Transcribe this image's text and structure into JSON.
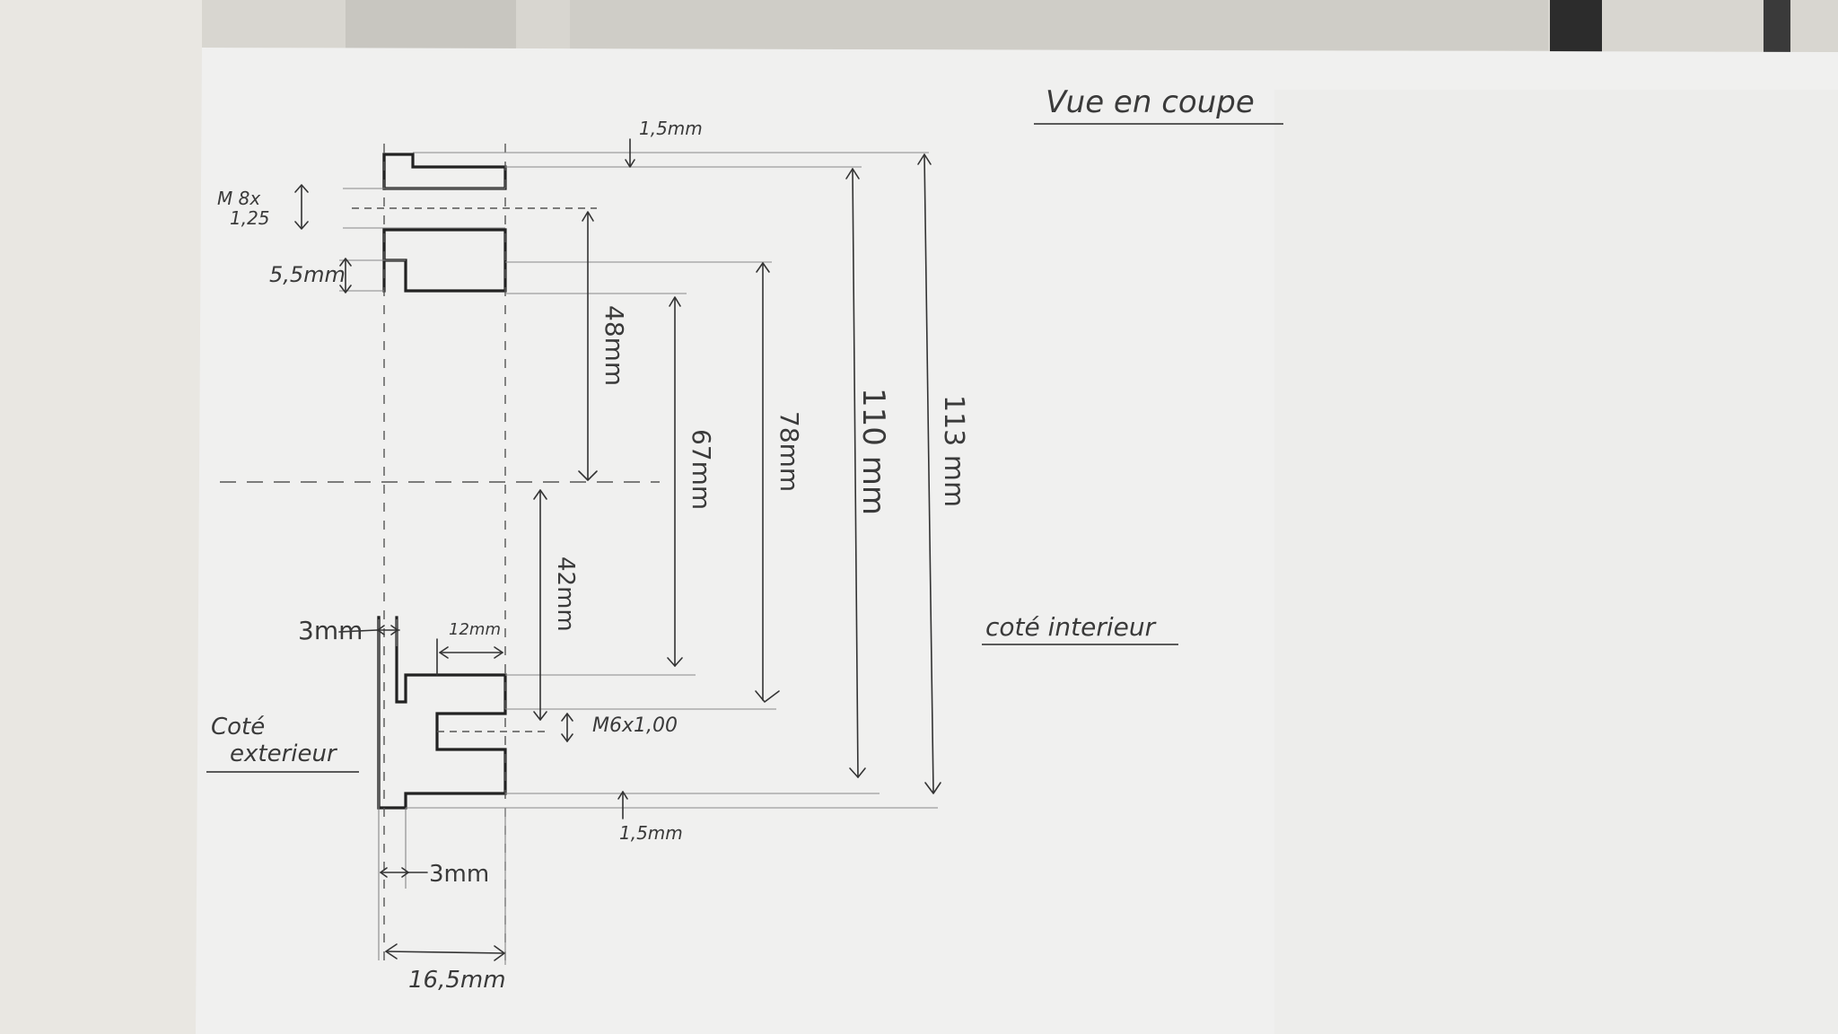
{
  "drawing": {
    "title": "Vue en coupe",
    "side_interior": "coté interieur",
    "side_exterior_line1": "Coté",
    "side_exterior_line2": "exterieur",
    "dims": {
      "top_gap": "1,5mm",
      "bottom_gap": "1,5mm",
      "thread_top_line1": "M 8x",
      "thread_top_line2": "1,25",
      "thread_bottom": "M6x1,00",
      "step_height": "5,5mm",
      "d48": "48mm",
      "d67": "67mm",
      "d78": "78mm",
      "d110": "110 mm",
      "d113": "113 mm",
      "d42": "42mm",
      "w12": "12mm",
      "w3_top": "3mm",
      "w3_bottom": "3mm",
      "w16": "16,5mm"
    }
  }
}
